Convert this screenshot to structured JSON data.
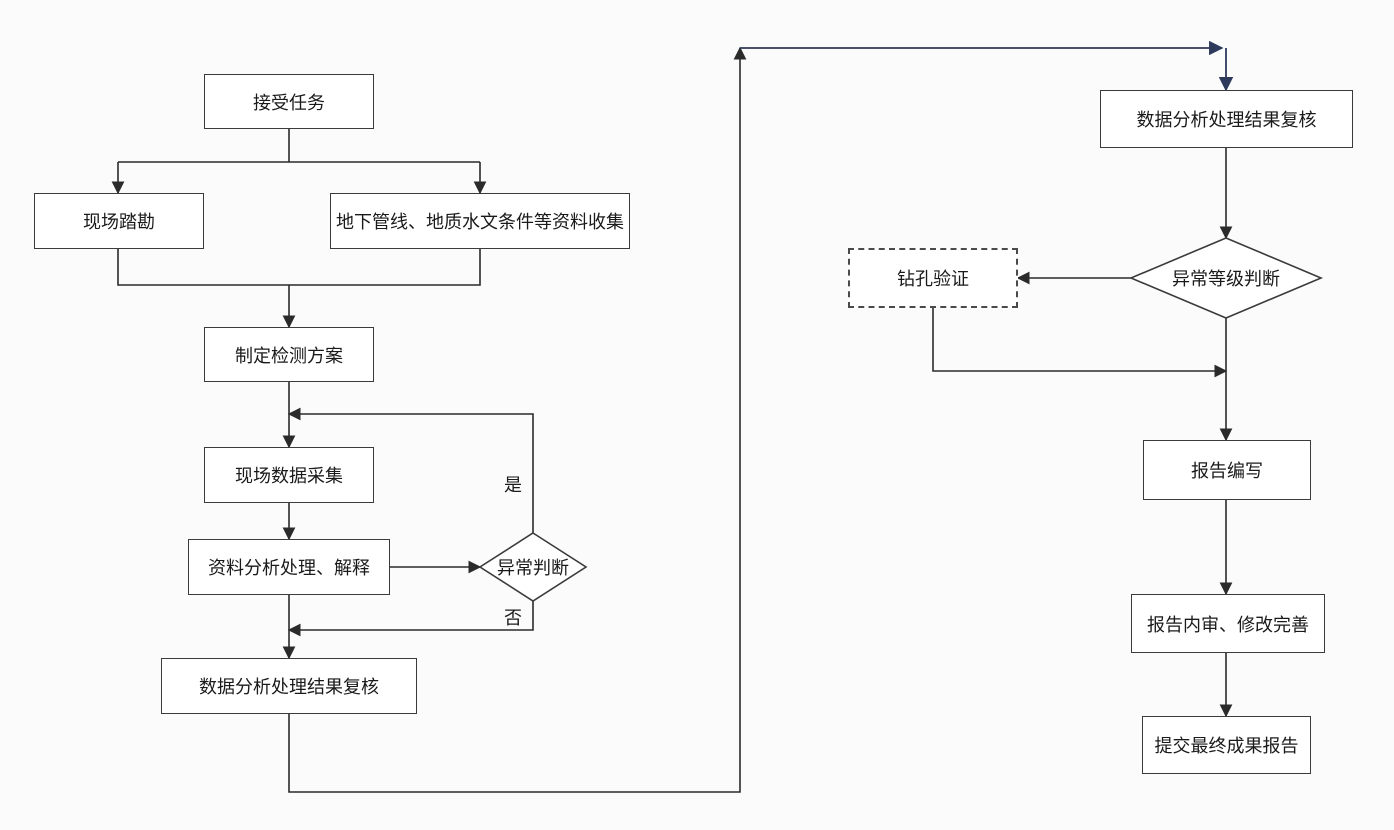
{
  "nodes": {
    "receive_task": "接受任务",
    "site_survey": "现场踏勘",
    "data_collection": "地下管线、地质水文条件等资料收集",
    "make_plan": "制定检测方案",
    "field_data": "现场数据采集",
    "analysis": "资料分析处理、解释",
    "anomaly_judge": "异常判断",
    "review_left": "数据分析处理结果复核",
    "review_right": "数据分析处理结果复核",
    "anomaly_grade": "异常等级判断",
    "drill_verify": "钻孔验证",
    "report_write": "报告编写",
    "internal_review": "报告内审、修改完善",
    "submit_report": "提交最终成果报告"
  },
  "edge_labels": {
    "yes": "是",
    "no": "否"
  },
  "colors": {
    "line": "#2b2b2b",
    "box_border": "#3b3b3b",
    "highlight_line": "#2e3a5c",
    "background": "#fbfbfc"
  }
}
